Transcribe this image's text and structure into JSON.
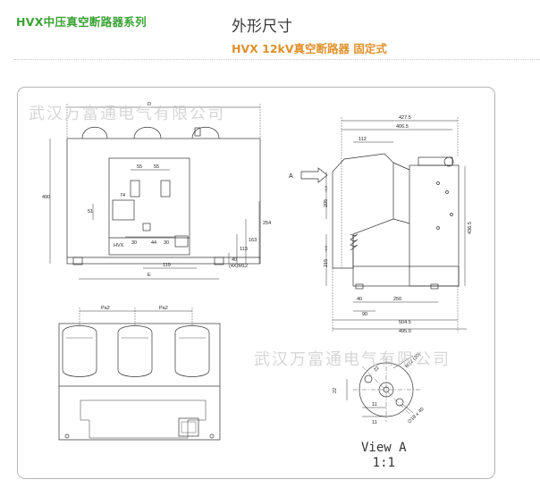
{
  "header": {
    "series_title": "HVX中压真空断路器系列",
    "main_title": "外形尺寸",
    "sub_title": "HVX 12kV真空断路器 固定式"
  },
  "watermarks": [
    "武汉万富通电气有限公司",
    "武汉万富通电气有限公司"
  ],
  "front_view": {
    "dim_D": "D",
    "dim_E": "E",
    "dim_55a": "55",
    "dim_55b": "55",
    "dim_74": "74",
    "dim_51": "51",
    "dim_30a": "30",
    "dim_44": "44",
    "dim_30b": "30",
    "dim_254": "254",
    "dim_163": "163",
    "dim_113": "113",
    "dim_40": "40",
    "dim_490": "490",
    "dim_119": "119",
    "bolt_note": "(4X)M12",
    "nameplate": "HVX"
  },
  "side_view": {
    "dim_427_5": "427.5",
    "dim_406_5": "406.5",
    "dim_112": "112",
    "dim_205": "205",
    "dim_215": "215",
    "dim_436_5": "436.5",
    "dim_40": "40",
    "dim_90": "90",
    "dim_250": "250",
    "dim_504_5": "504.5",
    "dim_495": "495.0",
    "arrow_label": "A",
    "tol_205": "+0.5",
    "tol_215": "+0.5"
  },
  "bottom_view": {
    "dim_pa_left": "Pa2",
    "dim_pa_right": "Pa2"
  },
  "view_a": {
    "caption": "View A",
    "scale": "1:1",
    "dim_22": "22",
    "dim_11a": "11",
    "dim_11b": "11",
    "dim_22b": "22",
    "note_m12": "M12 (20)",
    "note_hole": "∅18 x 40"
  }
}
